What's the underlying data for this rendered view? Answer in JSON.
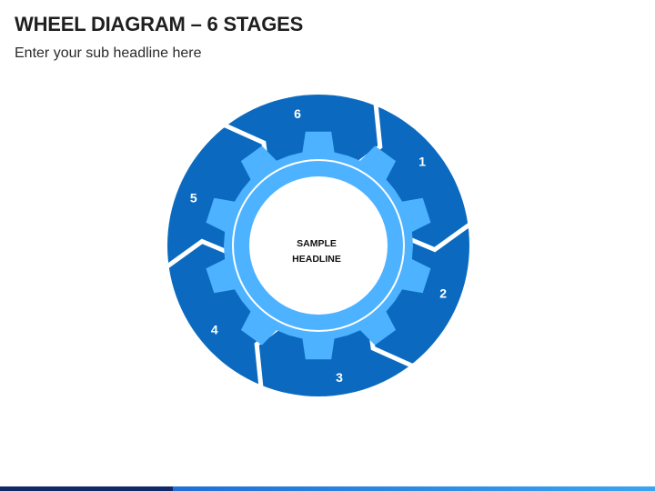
{
  "slide": {
    "title": "WHEEL DIAGRAM – 6 STAGES",
    "subtitle": "Enter your sub headline here"
  },
  "diagram": {
    "center_lines": [
      "SAMPLE",
      "HEADLINE"
    ],
    "stages": [
      {
        "label": "1"
      },
      {
        "label": "2"
      },
      {
        "label": "3"
      },
      {
        "label": "4"
      },
      {
        "label": "5"
      },
      {
        "label": "6"
      }
    ]
  },
  "colors": {
    "ring": "#0b6abf",
    "gear": "#4db2ff",
    "gap": "#ffffff",
    "center": "#ffffff",
    "text_on_ring": "#ffffff",
    "center_text": "#111111"
  }
}
